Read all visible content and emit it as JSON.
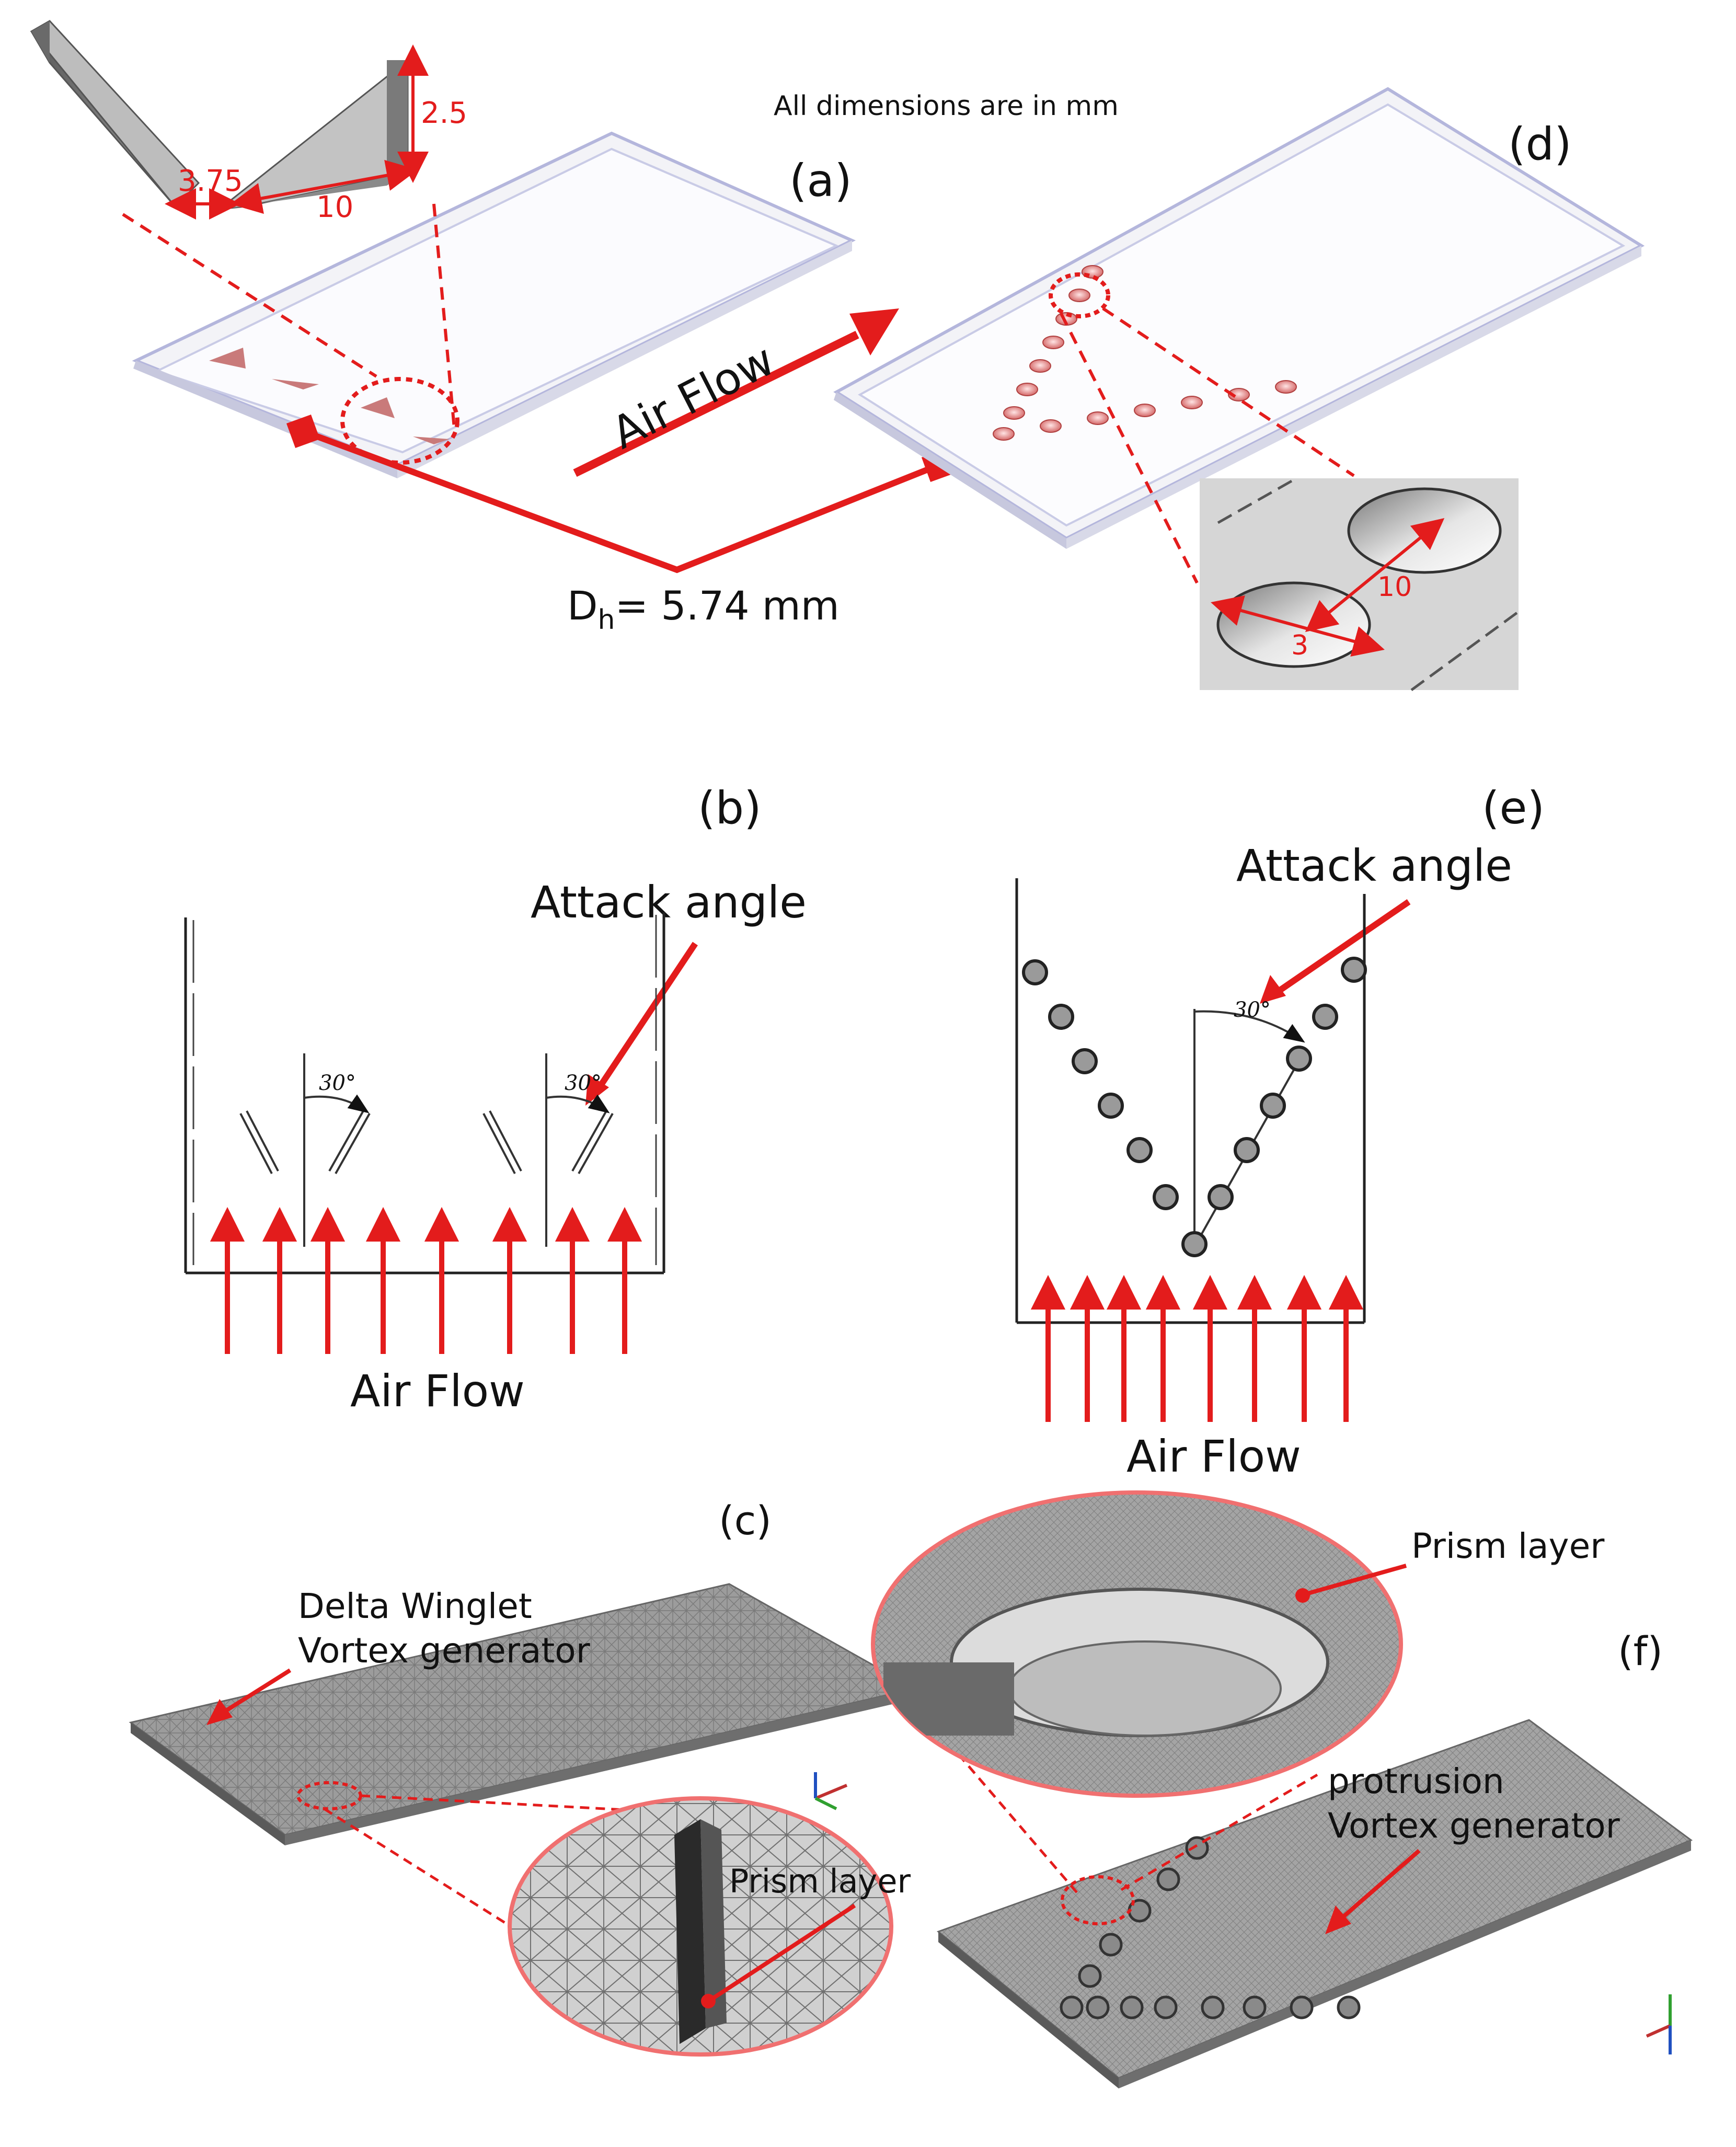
{
  "note": "All dimensions are in mm",
  "panels": {
    "a": "(a)",
    "b": "(b)",
    "c": "(c)",
    "d": "(d)",
    "e": "(e)",
    "f": "(f)"
  },
  "dims": {
    "winglet_height": "2.5",
    "winglet_gap": "3.75",
    "winglet_length": "10",
    "protrusion_spacing": "10",
    "protrusion_diameter": "3"
  },
  "dh": {
    "main": "D",
    "sub": "h",
    "rest": "= 5.74 mm"
  },
  "air_flow": "Air Flow",
  "attack_angle": "Attack angle",
  "angle": "30°",
  "labels": {
    "delta_winglet_line1": "Delta Winglet",
    "delta_winglet_line2": "Vortex generator",
    "prism_layer": "Prism layer",
    "protrusion_line1": "protrusion",
    "protrusion_line2": "Vortex generator"
  },
  "colors": {
    "annotation": "#e31c1c",
    "channel_edge": "#a9acd6",
    "mesh": "#8e8e8e"
  }
}
